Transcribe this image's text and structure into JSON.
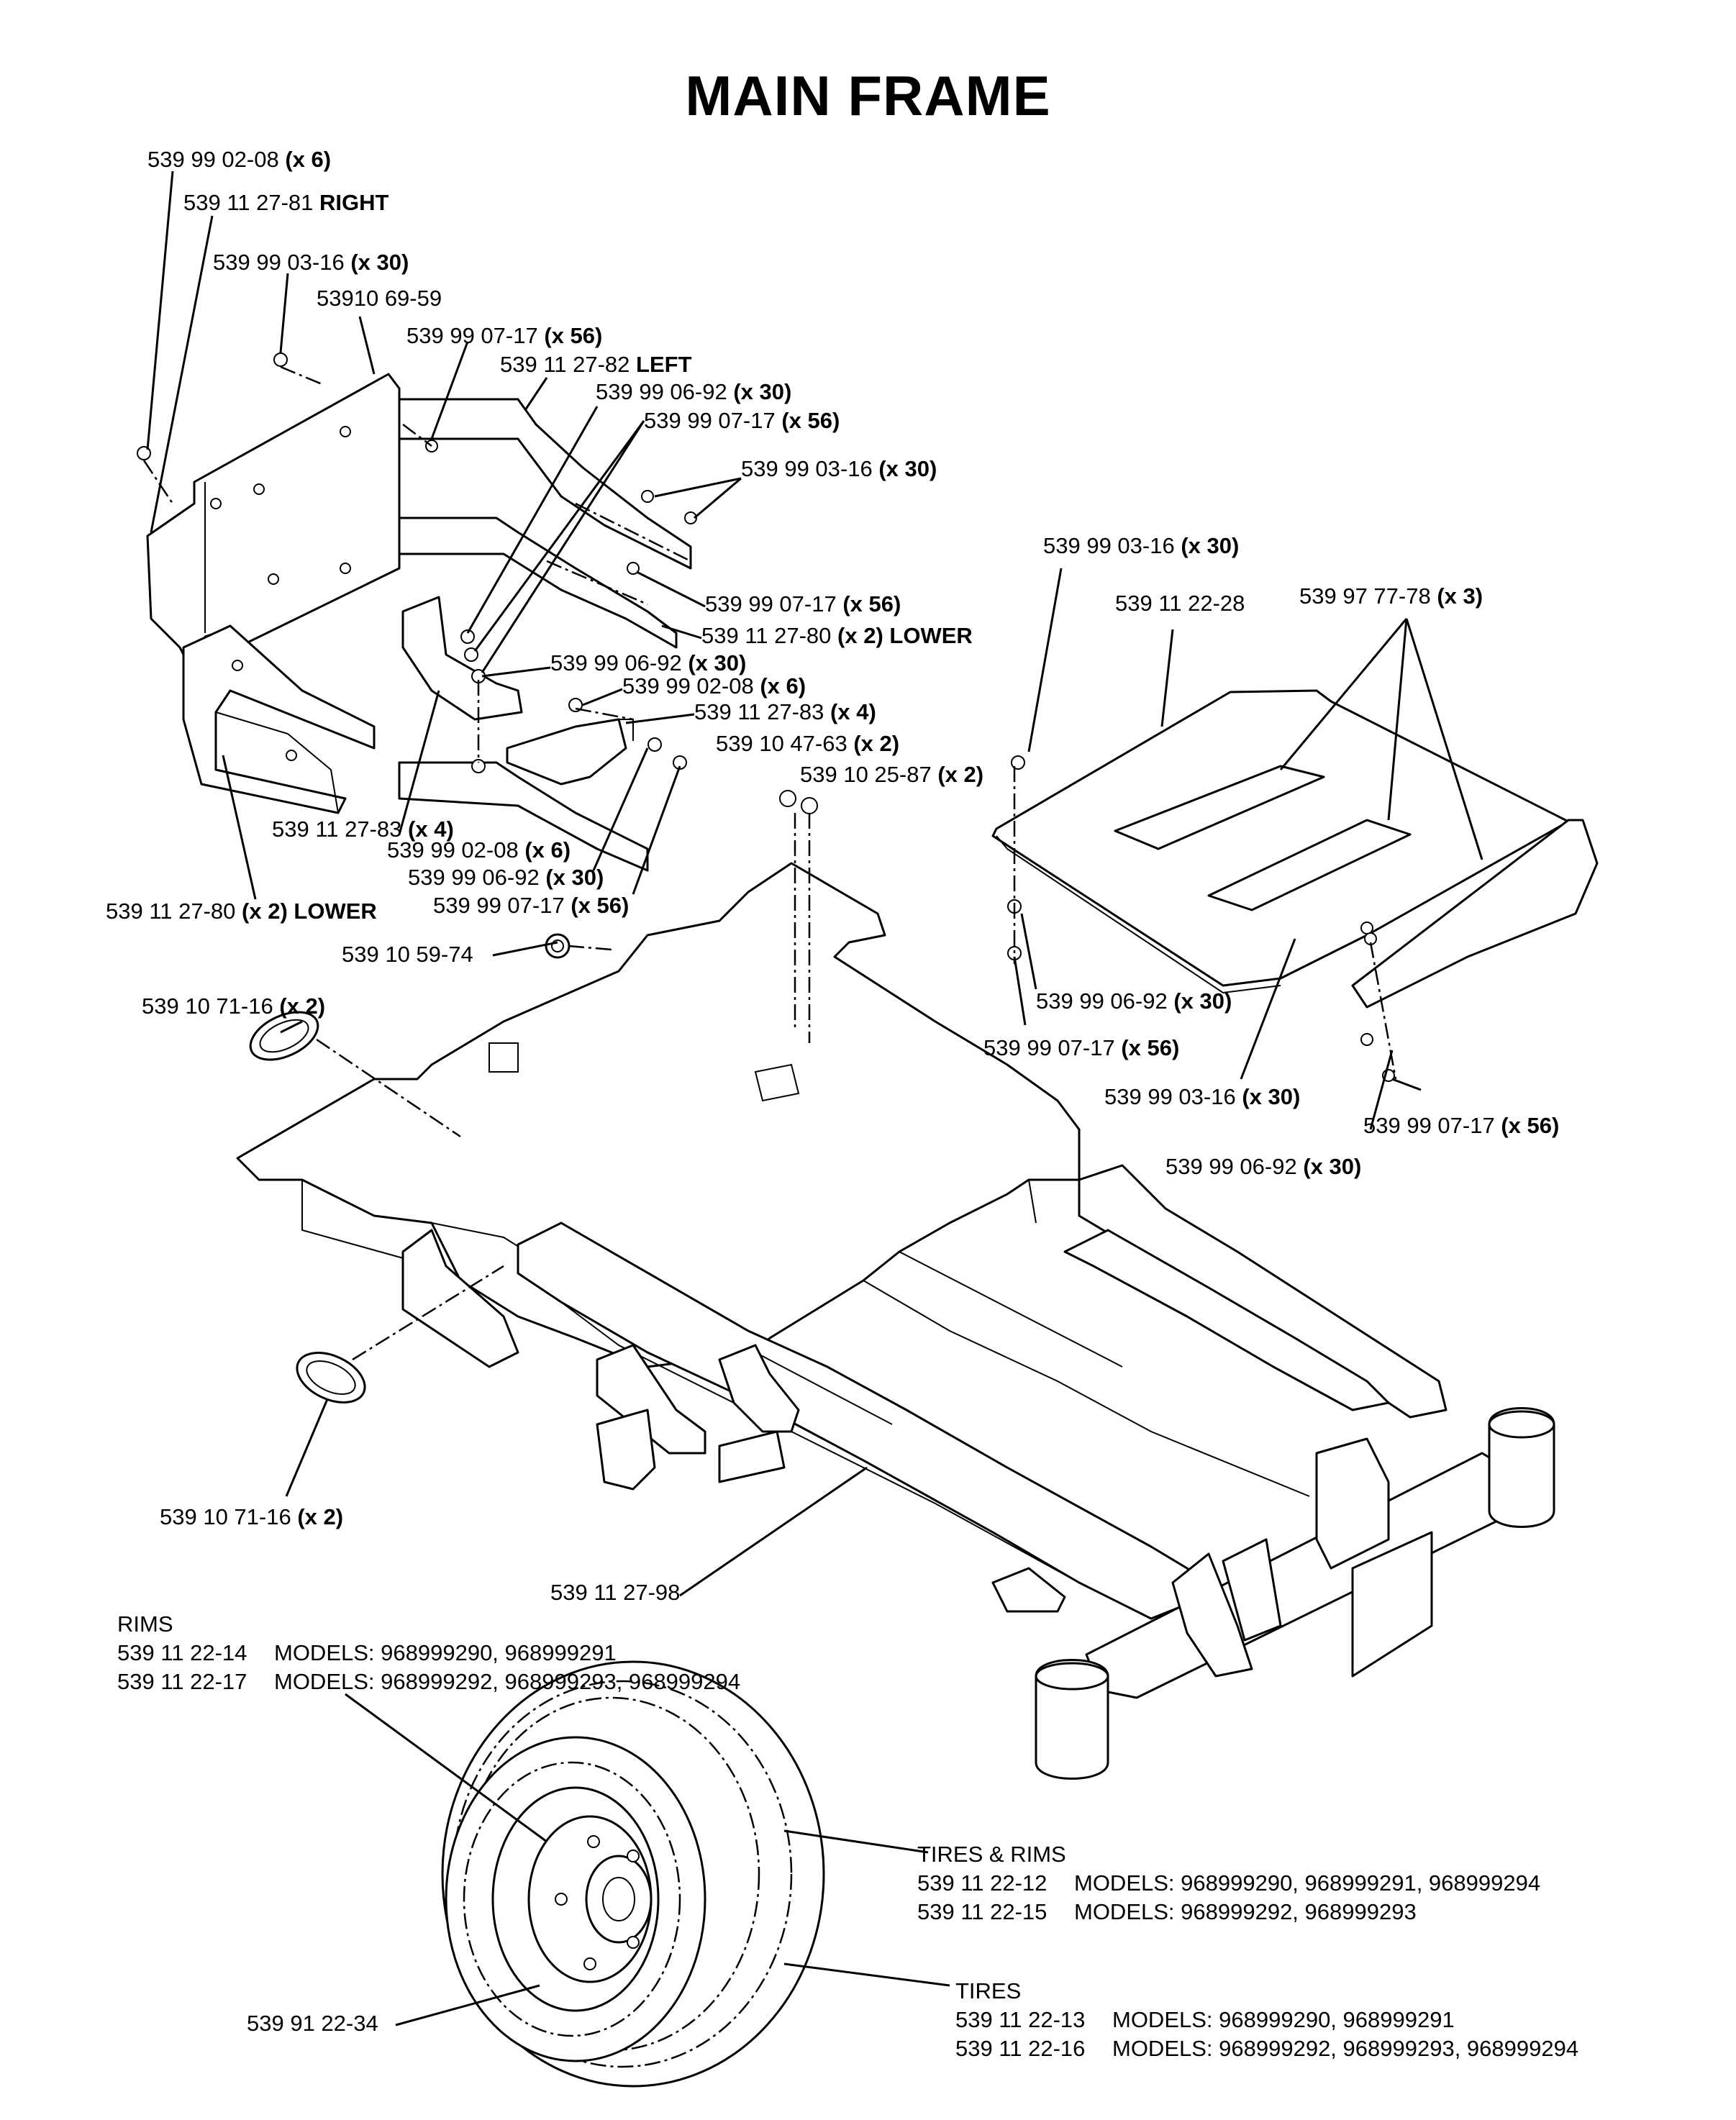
{
  "title": "MAIN FRAME",
  "callouts": [
    {
      "code": "539 99 02-08",
      "qty": "(x 6)"
    },
    {
      "code": "539 11 27-81",
      "qty": "RIGHT"
    },
    {
      "code": "539 99 03-16",
      "qty": "(x 30)"
    },
    {
      "code": "53910 69-59",
      "qty": ""
    },
    {
      "code": "539 99 07-17",
      "qty": "(x 56)"
    },
    {
      "code": "539 11 27-82",
      "qty": "LEFT"
    },
    {
      "code": "539 99 06-92",
      "qty": "(x 30)"
    },
    {
      "code": "539 99 07-17",
      "qty": "(x 56)"
    },
    {
      "code": "539 99 03-16",
      "qty": "(x 30)"
    },
    {
      "code": "539 99 03-16",
      "qty": "(x 30)"
    },
    {
      "code": "539 11 22-28",
      "qty": ""
    },
    {
      "code": "539 97 77-78",
      "qty": "(x 3)"
    },
    {
      "code": "539 99 07-17",
      "qty": "(x 56)"
    },
    {
      "code": "539 11 27-80",
      "qty": "(x 2) LOWER"
    },
    {
      "code": "539 99 06-92",
      "qty": "(x 30)"
    },
    {
      "code": "539 99 02-08",
      "qty": "(x 6)"
    },
    {
      "code": "539 11 27-83",
      "qty": "(x 4)"
    },
    {
      "code": "539 10 47-63",
      "qty": "(x 2)"
    },
    {
      "code": "539 10 25-87",
      "qty": "(x 2)"
    },
    {
      "code": "539 11 27-83",
      "qty": "(x 4)"
    },
    {
      "code": "539 99 02-08",
      "qty": "(x 6)"
    },
    {
      "code": "539 99 06-92",
      "qty": "(x 30)"
    },
    {
      "code": "539 99 07-17",
      "qty": "(x 56)"
    },
    {
      "code": "539 11 27-80",
      "qty": "(x 2) LOWER"
    },
    {
      "code": "539 10 59-74",
      "qty": ""
    },
    {
      "code": "539 10 71-16",
      "qty": "(x 2)"
    },
    {
      "code": "539 99 06-92",
      "qty": "(x 30)"
    },
    {
      "code": "539 99 07-17",
      "qty": "(x 56)"
    },
    {
      "code": "539 99 03-16",
      "qty": "(x 30)"
    },
    {
      "code": "539 99 07-17",
      "qty": "(x 56)"
    },
    {
      "code": "539 99 06-92",
      "qty": "(x 30)"
    },
    {
      "code": "539 10 71-16",
      "qty": "(x 2)"
    },
    {
      "code": "539 11 27-98",
      "qty": ""
    },
    {
      "code": "539 91 22-34",
      "qty": ""
    }
  ],
  "rims": {
    "heading": "RIMS",
    "rows": [
      {
        "code": "539 11 22-14",
        "models": "MODELS: 968999290, 968999291"
      },
      {
        "code": "539 11 22-17",
        "models": "MODELS: 968999292, 968999293, 968999294"
      }
    ]
  },
  "tires_rims": {
    "heading": "TIRES & RIMS",
    "rows": [
      {
        "code": "539 11 22-12",
        "models": "MODELS: 968999290, 968999291, 968999294"
      },
      {
        "code": "539 11 22-15",
        "models": "MODELS: 968999292, 968999293"
      }
    ]
  },
  "tires": {
    "heading": "TIRES",
    "rows": [
      {
        "code": "539 11 22-13",
        "models": "MODELS: 968999290, 968999291"
      },
      {
        "code": "539 11 22-16",
        "models": "MODELS: 968999292, 968999293, 968999294"
      }
    ]
  }
}
